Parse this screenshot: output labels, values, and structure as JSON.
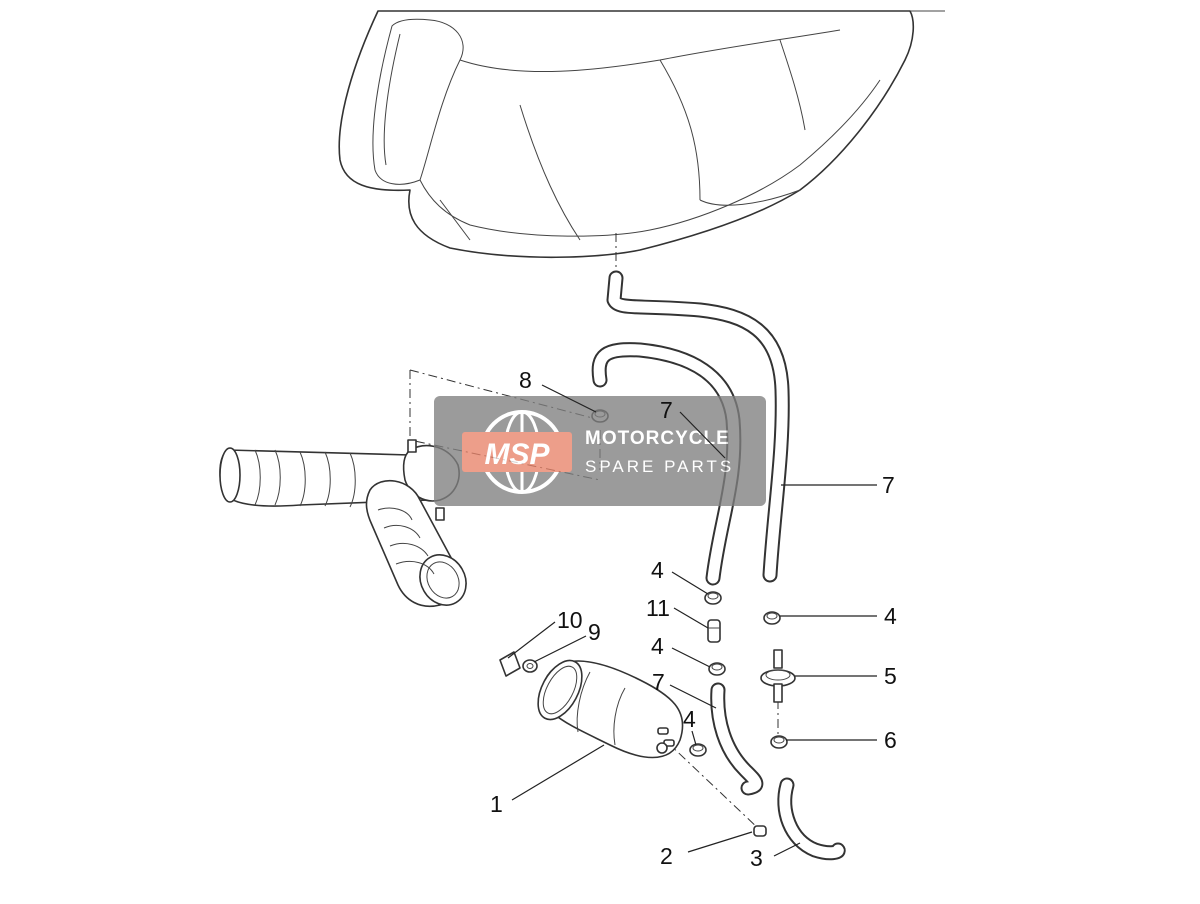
{
  "diagram": {
    "callouts": {
      "c1": "1",
      "c2": "2",
      "c3": "3",
      "c4a": "4",
      "c4b": "4",
      "c4c": "4",
      "c4d": "4",
      "c5": "5",
      "c6": "6",
      "c7a": "7",
      "c7b": "7",
      "c7c": "7",
      "c8": "8",
      "c9": "9",
      "c10": "10",
      "c11": "11"
    },
    "watermark": {
      "logo": "MSP",
      "line1": "MOTORCYCLE",
      "line2": "SPARE PARTS",
      "logo_color": "#e8836a",
      "band_color": "#7f7f7f"
    }
  }
}
